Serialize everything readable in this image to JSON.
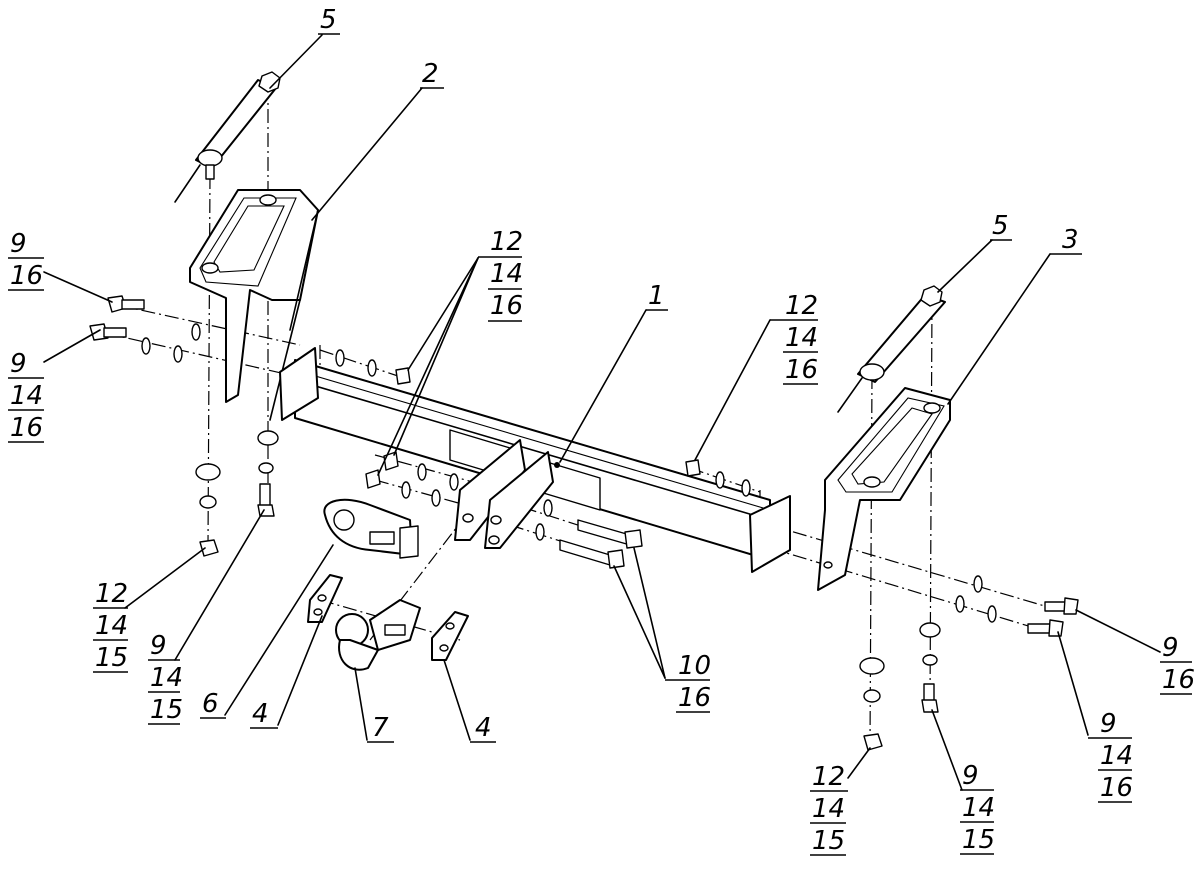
{
  "labels": {
    "l5a": "5",
    "l2": "2",
    "l9a": "9",
    "l16a": "16",
    "l9b": "9",
    "l14b": "14",
    "l16b": "16",
    "l12a": "12",
    "l14a": "14",
    "l16c": "16",
    "l1": "1",
    "l12b": "12",
    "l14c": "14",
    "l16d": "16",
    "l5b": "5",
    "l3": "3",
    "l12c": "12",
    "l14d": "14",
    "l15a": "15",
    "l9c": "9",
    "l14e": "14",
    "l15b": "15",
    "l6": "6",
    "l4a": "4",
    "l7": "7",
    "l4b": "4",
    "l10": "10",
    "l16e": "16",
    "l9d": "9",
    "l16f": "16",
    "l9e": "9",
    "l14f": "14",
    "l16g": "16",
    "l12d": "12",
    "l14g": "14",
    "l15c": "15",
    "l9f": "9",
    "l14h": "14",
    "l15d": "15"
  }
}
